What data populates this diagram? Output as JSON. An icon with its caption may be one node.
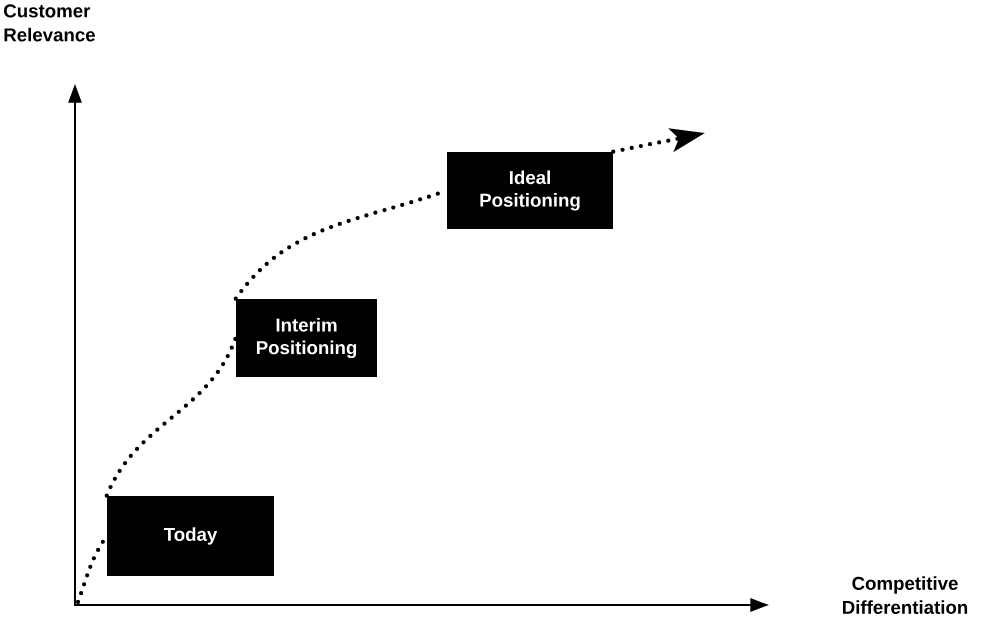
{
  "diagram": {
    "nodes": [
      {
        "text": [
          "Today"
        ]
      },
      {
        "text": [
          "Interim Positioning"
        ]
      },
      {
        "text": [
          "Ideal Positioning"
        ]
      }
    ],
    "edges": [
      {
        "from": null,
        "to": 0,
        "arrow": "none"
      },
      {
        "from": 0,
        "to": 1,
        "arrow": "none"
      },
      {
        "from": 1,
        "to": 2,
        "arrow": "none"
      },
      {
        "from": 2,
        "to": null,
        "arrow": "to"
      }
    ],
    "labels": [
      "Customer Relevance",
      "Competitive Differentiation"
    ]
  }
}
